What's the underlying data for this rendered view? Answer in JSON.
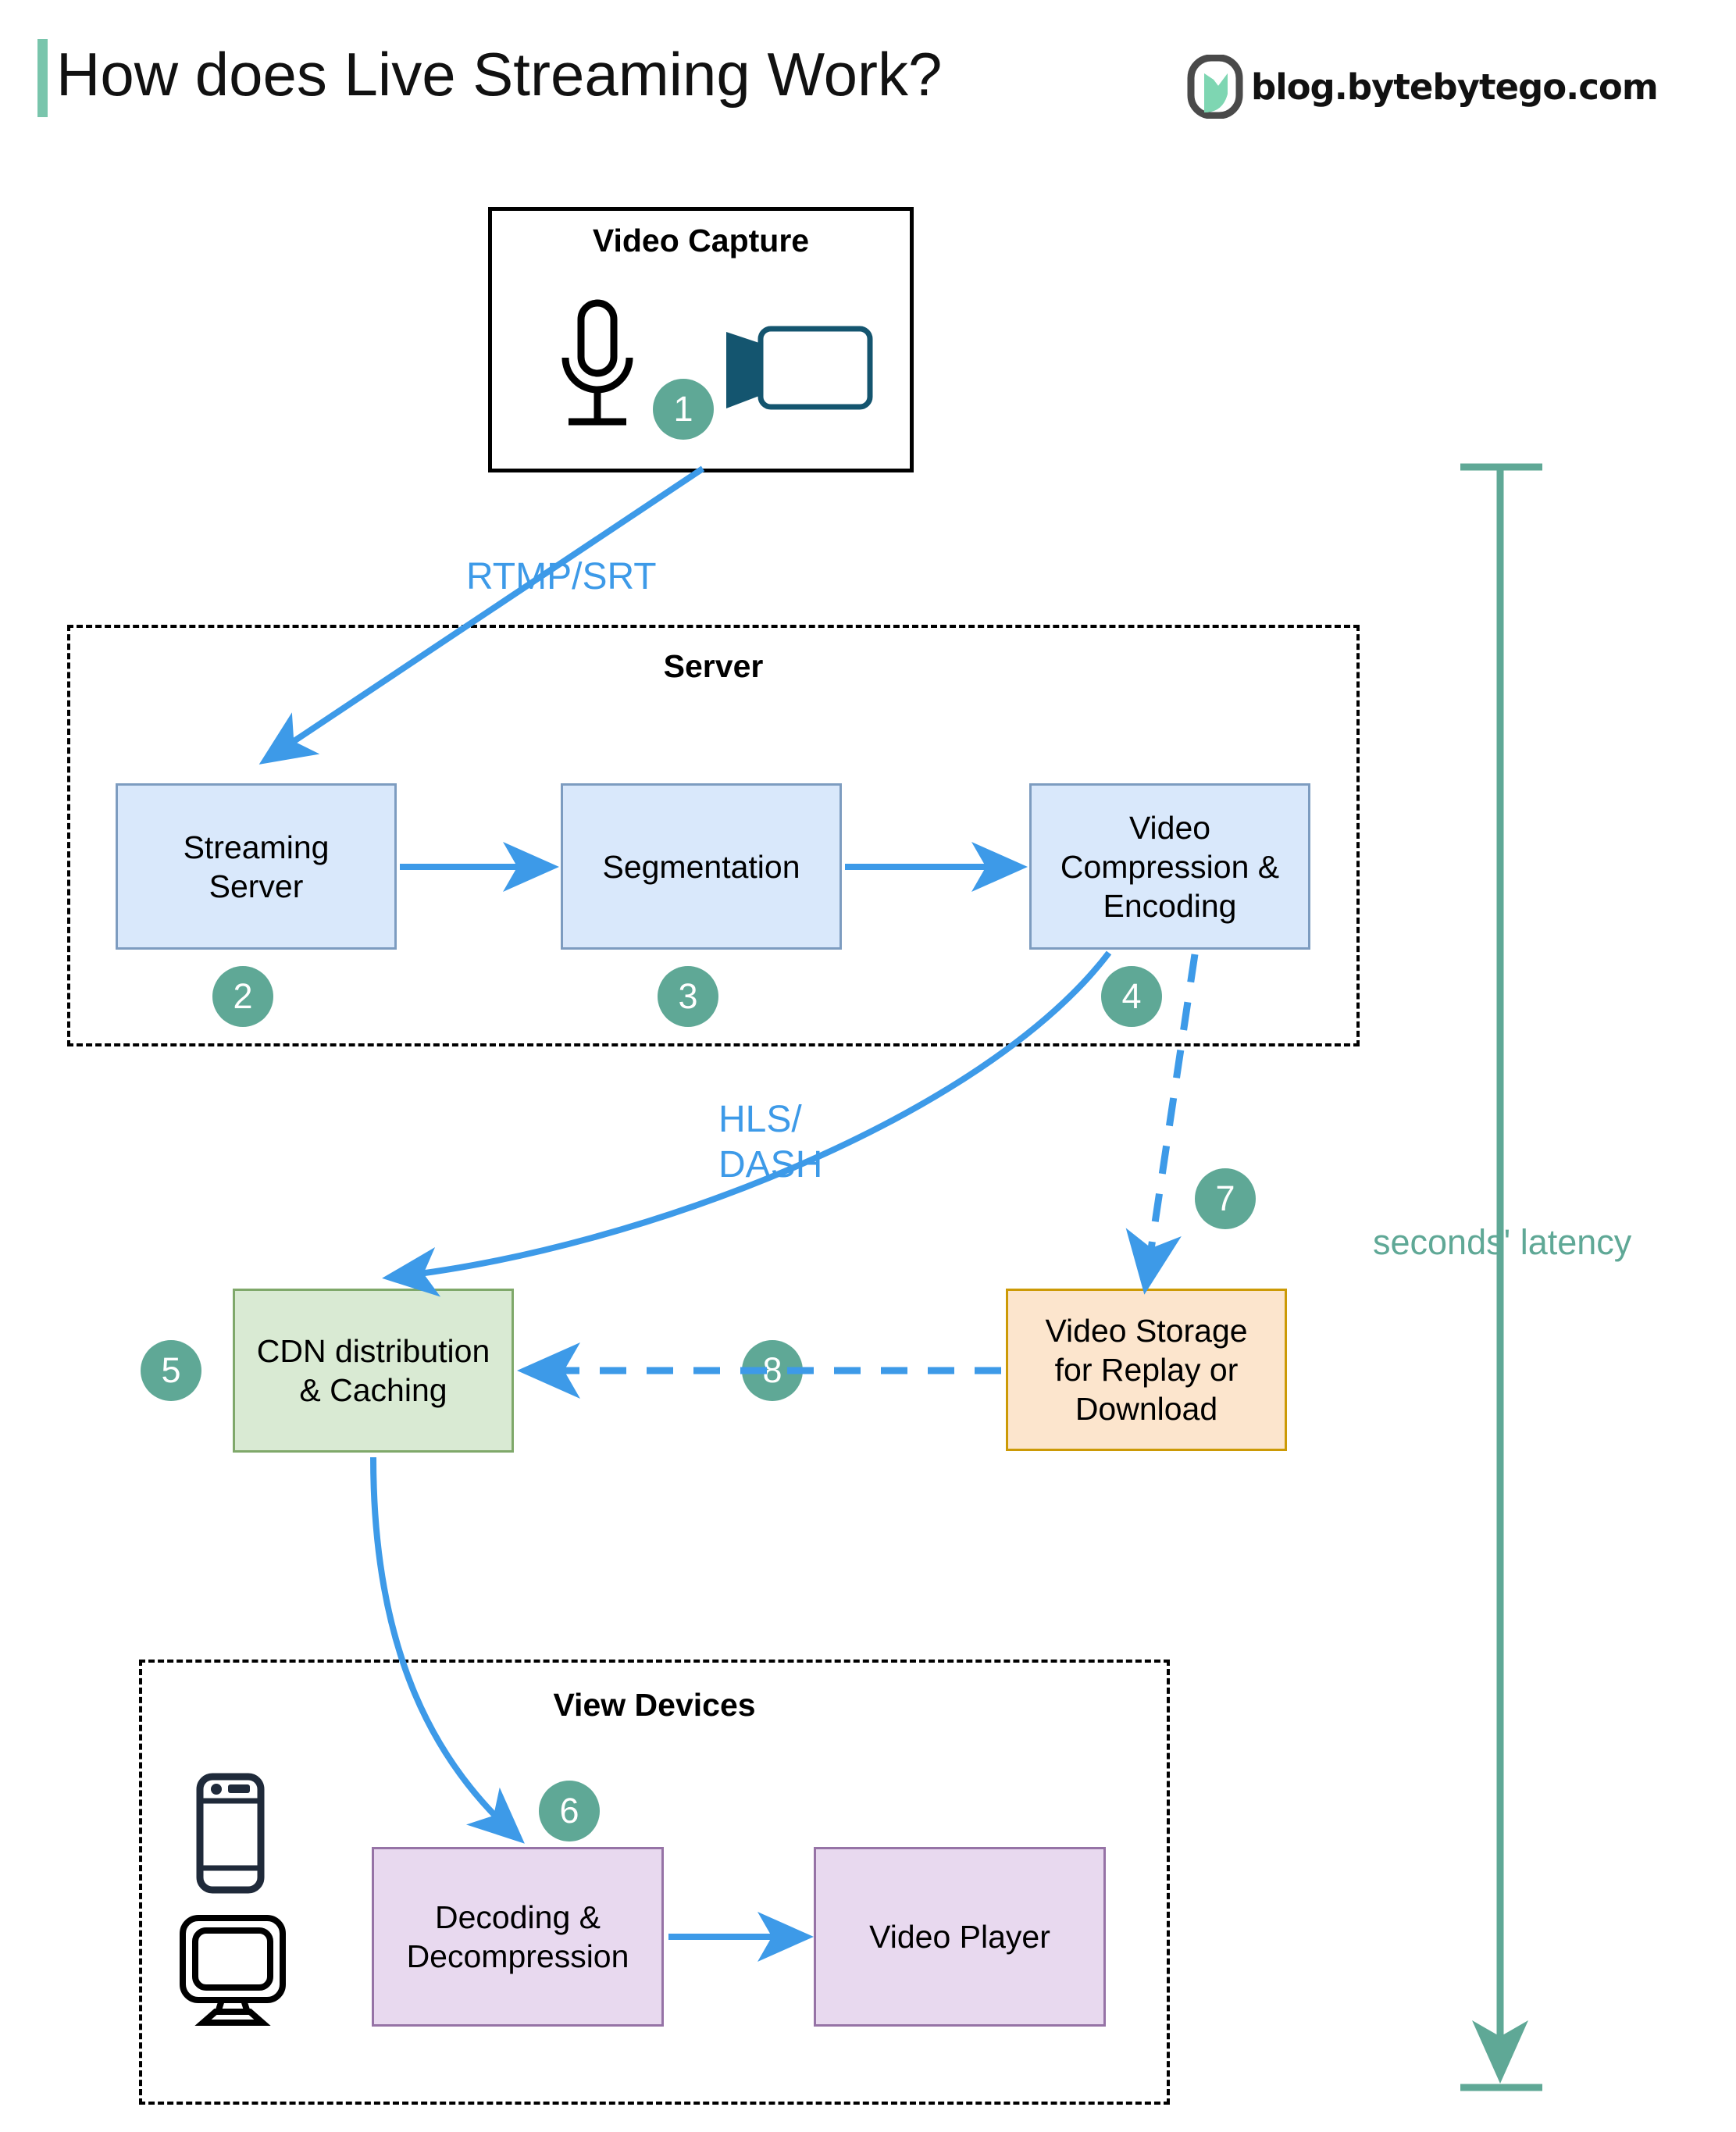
{
  "header": {
    "title": "How does Live Streaming Work?",
    "brand": "blog.bytebytego.com",
    "accent_color": "#79c5ac"
  },
  "colors": {
    "step_circle": "#5fa896",
    "arrow_blue": "#3d9ae8",
    "blue_node_fill": "#d9e8fb",
    "blue_node_stroke": "#7d9cc0",
    "green_node_fill": "#d9ead3",
    "green_node_stroke": "#7fa86a",
    "orange_node_fill": "#fce5cd",
    "orange_node_stroke": "#cc9a06",
    "purple_node_fill": "#e8d9ef",
    "purple_node_stroke": "#9673a6",
    "latency_bracket": "#5fa896"
  },
  "capture": {
    "title": "Video Capture",
    "mic_icon": "microphone-icon",
    "camera_icon": "video-camera-icon",
    "step": "1"
  },
  "server": {
    "title": "Server",
    "nodes": [
      {
        "label": "Streaming\nServer",
        "step": "2"
      },
      {
        "label": "Segmentation",
        "step": "3"
      },
      {
        "label": "Video\nCompression &\nEncoding",
        "step": "4"
      }
    ]
  },
  "cdn": {
    "label": "CDN distribution\n& Caching",
    "step": "5"
  },
  "storage": {
    "label": "Video Storage\nfor Replay or\nDownload",
    "step": "7"
  },
  "storage_to_cdn_step": "8",
  "devices": {
    "title": "View Devices",
    "phone_icon": "mobile-phone-icon",
    "monitor_icon": "desktop-monitor-icon",
    "nodes": [
      {
        "label": "Decoding &\nDecompression",
        "step": "6"
      },
      {
        "label": "Video Player",
        "step": ""
      }
    ]
  },
  "edges": {
    "capture_to_server": "RTMP/SRT",
    "encoding_to_cdn": "HLS/\nDASH"
  },
  "latency": {
    "label": "seconds' latency"
  }
}
